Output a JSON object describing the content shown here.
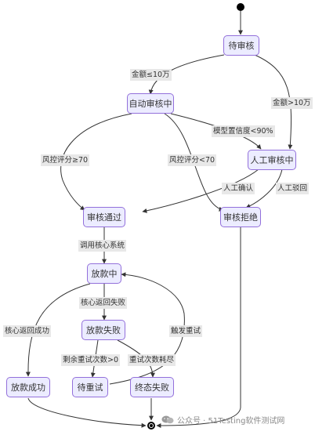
{
  "nodes": {
    "pending": "待审核",
    "auto_review": "自动审核中",
    "manual_review": "人工审核中",
    "approved": "审核通过",
    "rejected": "审核拒绝",
    "disbursing": "放款中",
    "disburse_failed": "放款失败",
    "disburse_success": "放款成功",
    "retry_pending": "待重试",
    "final_failed": "终态失败"
  },
  "edge_labels": {
    "amount_le": "金额≤10万",
    "amount_gt": "金额>10万",
    "model_conf": "模型置信度<90%",
    "risk_ge": "风控评分≥70",
    "risk_lt": "风控评分<70",
    "manual_confirm": "人工确认",
    "manual_reject": "人工驳回",
    "call_core": "调用核心系统",
    "core_fail": "核心返回失败",
    "core_success": "核心返回成功",
    "trigger_retry": "触发重试",
    "retries_left": "剩余重试次数>0",
    "retries_exhausted": "重试次数耗尽"
  },
  "watermark": {
    "text": "公众号 · 51Testing软件测试网",
    "icon": "wechat-icon"
  }
}
